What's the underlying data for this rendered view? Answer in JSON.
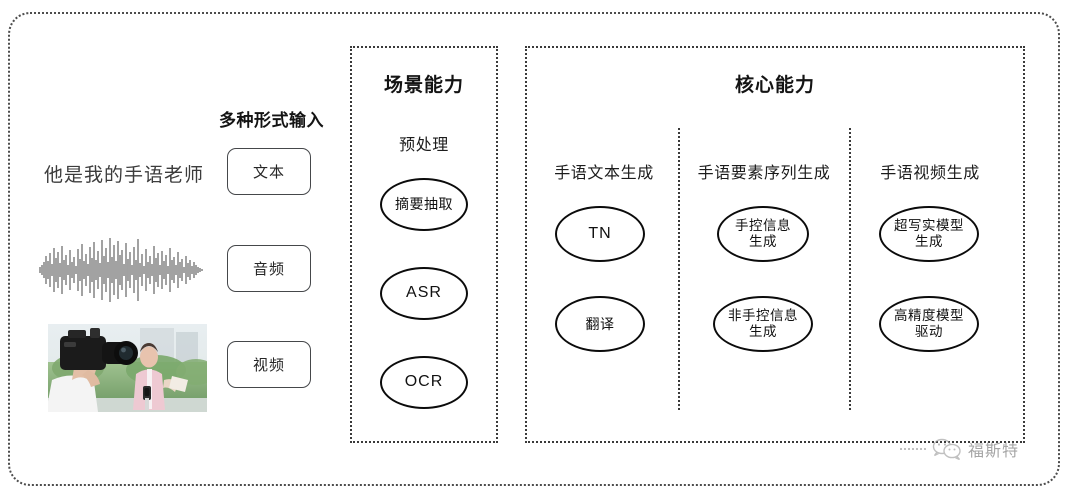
{
  "diagram": {
    "input_section": {
      "caption": "多种形式输入",
      "sample_sentence": "他是我的手语老师",
      "modalities": [
        {
          "label": "文本",
          "icon": "text-icon"
        },
        {
          "label": "音频",
          "icon": "audio-waveform-icon"
        },
        {
          "label": "视频",
          "icon": "video-thumbnail-icon"
        }
      ]
    },
    "scene_panel": {
      "title": "场景能力",
      "group_label": "预处理",
      "nodes": [
        "摘要抽取",
        "ASR",
        "OCR"
      ]
    },
    "core_panel": {
      "title": "核心能力",
      "columns": [
        {
          "label": "手语文本生成",
          "nodes": [
            "TN",
            "翻译"
          ]
        },
        {
          "label": "手语要素序列生成",
          "nodes": [
            "手控信息\n生成",
            "非手控信息\n生成"
          ]
        },
        {
          "label": "手语视频生成",
          "nodes": [
            "超写实模型\n生成",
            "高精度模型\n驱动"
          ]
        }
      ]
    },
    "watermark": {
      "text": "福斯特",
      "icon": "wechat-icon"
    },
    "colors": {
      "border": "#3a3a3a",
      "node_stroke": "#0b0b0b",
      "text": "#141414",
      "pill_border": "#45474a"
    }
  }
}
